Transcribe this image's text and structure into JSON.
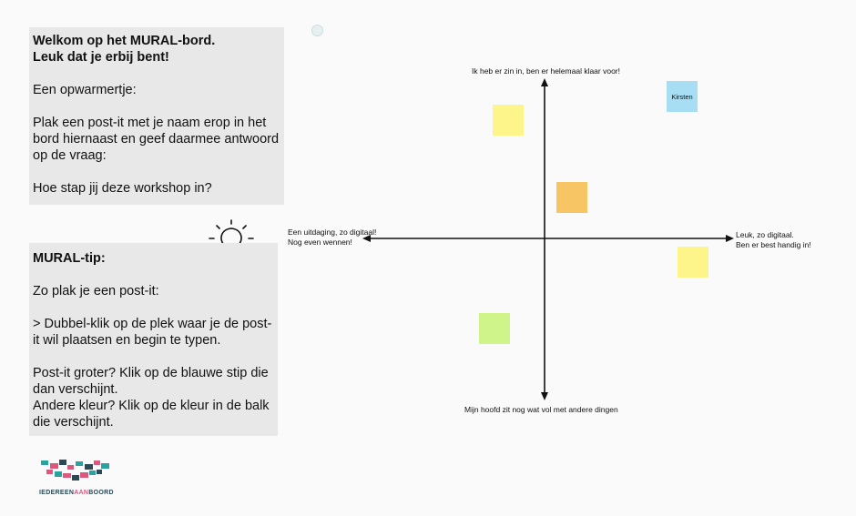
{
  "welcome": {
    "line1": "Welkom op het MURAL-bord.",
    "line2": "Leuk dat je erbij bent!",
    "warmup": "Een opwarmertje:",
    "instruction": "Plak een post-it met je naam erop in het bord hiernaast en geef daarmee antwoord op de vraag:",
    "question": "Hoe stap jij deze workshop in?"
  },
  "tip": {
    "title": "MURAL-tip:",
    "subtitle": "Zo plak je een post-it:",
    "step1": "> Dubbel-klik op de plek waar je de post-it wil plaatsen en begin te typen.",
    "step2a": "Post-it groter? Klik op de blauwe stip die dan verschijnt.",
    "step2b": "Andere kleur? Klik op de kleur in de balk die verschijnt."
  },
  "axes": {
    "top": "Ik heb er zin in, ben er helemaal klaar voor!",
    "bottom": "Mijn hoofd zit nog wat vol met andere dingen",
    "left_line1": "Een uitdaging, zo digitaal!",
    "left_line2": "Nog even wennen!",
    "right_line1": "Leuk, zo digitaal.",
    "right_line2": "Ben er best handig in!"
  },
  "postits": [
    {
      "name": "postit-yellow-top-left",
      "color": "#fdf58a",
      "text": ""
    },
    {
      "name": "postit-blue-kirsten",
      "color": "#a8def3",
      "text": "Kirsten"
    },
    {
      "name": "postit-orange-center",
      "color": "#f8c565",
      "text": ""
    },
    {
      "name": "postit-yellow-right",
      "color": "#fdf58a",
      "text": ""
    },
    {
      "name": "postit-green-bottom-left",
      "color": "#cff58a",
      "text": ""
    }
  ],
  "logo": {
    "part1": "IEDEREEN",
    "part2": "AAN",
    "part3": "BOORD",
    "colors": [
      "#2aa3a0",
      "#e0577e",
      "#2b4a56"
    ]
  },
  "icons": [
    "lightbulb-icon",
    "arrow-up-icon",
    "arrow-down-icon",
    "arrow-left-icon",
    "arrow-right-icon"
  ]
}
